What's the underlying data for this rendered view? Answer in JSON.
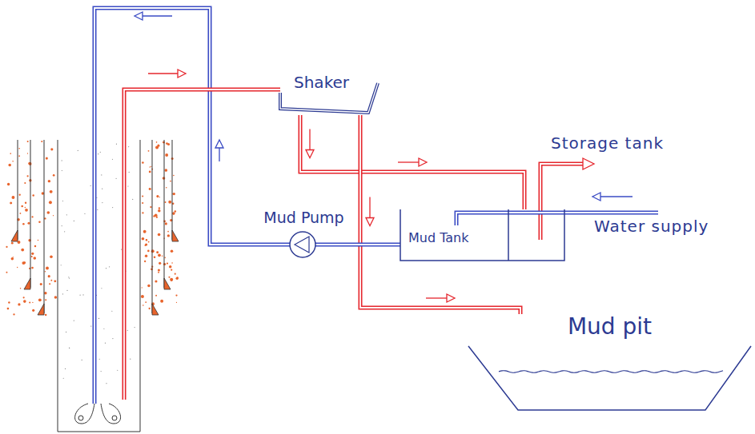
{
  "diagram": {
    "nodes": [
      {
        "text": [
          "Shaker"
        ]
      },
      {
        "text": [
          "Mud Pump"
        ]
      },
      {
        "text": [
          "Mud Tank"
        ]
      },
      {
        "text": [
          "Mud pit"
        ]
      }
    ],
    "edges": [
      {
        "from": 0,
        "to": 2,
        "arrow": "to"
      },
      {
        "from": 0,
        "to": 3,
        "arrow": "to"
      },
      {
        "from": 2,
        "to": 1,
        "arrow": "none"
      }
    ],
    "labels": [
      "Storage tank",
      "Water supply"
    ]
  }
}
